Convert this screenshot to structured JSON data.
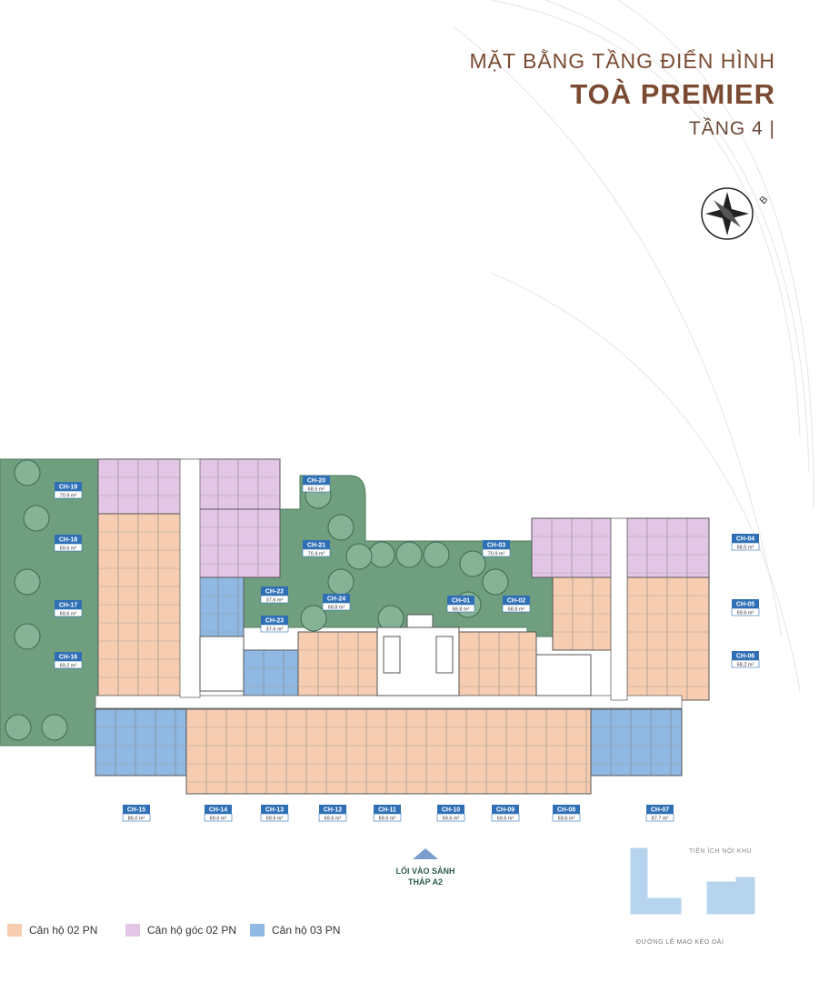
{
  "title": {
    "line1": "MẶT BẰNG TẦNG ĐIỂN HÌNH",
    "line2": "TOÀ PREMIER",
    "line3": "TẦNG 4 |"
  },
  "compass": {
    "letter": "B",
    "icon": "compass-rose-icon"
  },
  "colors": {
    "two_bed": "#f7cdb1",
    "corner_two_bed": "#e3c6e6",
    "three_bed": "#8fb8e2",
    "garden": "#6e9f7d",
    "brand": "#7a4b32"
  },
  "units": [
    {
      "id": "CH-19",
      "area": "70.9 m²"
    },
    {
      "id": "CH-18",
      "area": "69.6 m²"
    },
    {
      "id": "CH-17",
      "area": "69.6 m²"
    },
    {
      "id": "CH-16",
      "area": "69.2 m²"
    },
    {
      "id": "CH-20",
      "area": "68.5 m²"
    },
    {
      "id": "CH-21",
      "area": "70.4 m²"
    },
    {
      "id": "CH-22",
      "area": "37.6 m²"
    },
    {
      "id": "CH-23",
      "area": "37.6 m²"
    },
    {
      "id": "CH-24",
      "area": "68.8 m²"
    },
    {
      "id": "CH-01",
      "area": "68.8 m²"
    },
    {
      "id": "CH-02",
      "area": "68.8 m²"
    },
    {
      "id": "CH-03",
      "area": "70.9 m²"
    },
    {
      "id": "CH-04",
      "area": "68.5 m²"
    },
    {
      "id": "CH-05",
      "area": "69.6 m²"
    },
    {
      "id": "CH-06",
      "area": "68.2 m²"
    },
    {
      "id": "CH-15",
      "area": "86.0 m²"
    },
    {
      "id": "CH-14",
      "area": "69.6 m²"
    },
    {
      "id": "CH-13",
      "area": "69.6 m²"
    },
    {
      "id": "CH-12",
      "area": "69.6 m²"
    },
    {
      "id": "CH-11",
      "area": "69.6 m²"
    },
    {
      "id": "CH-10",
      "area": "69.6 m²"
    },
    {
      "id": "CH-09",
      "area": "69.6 m²"
    },
    {
      "id": "CH-08",
      "area": "69.6 m²"
    },
    {
      "id": "CH-07",
      "area": "87.7 m²"
    }
  ],
  "entrance": {
    "line1": "LỐI VÀO SẢNH",
    "line2": "THÁP A2"
  },
  "legend": [
    {
      "label": "Căn hộ 02 PN",
      "color": "#f7cdb1"
    },
    {
      "label": "Căn hộ góc 02 PN",
      "color": "#e3c6e6"
    },
    {
      "label": "Căn hộ 03 PN",
      "color": "#8fb8e2"
    }
  ],
  "minimap": {
    "label": "TIỆN ÍCH NỘI KHU",
    "street": "ĐƯỜNG LÊ MAO KÉO DÀI"
  }
}
